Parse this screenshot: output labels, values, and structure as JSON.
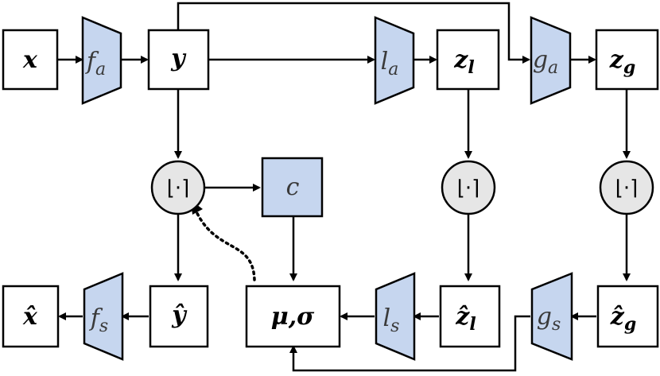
{
  "nodes": {
    "x": "x",
    "f_a": "f",
    "f_a_sub": "a",
    "y": "y",
    "l_a": "l",
    "l_a_sub": "a",
    "z_l": "z",
    "z_l_sub": "l",
    "g_a": "g",
    "g_a_sub": "a",
    "z_g": "z",
    "z_g_sub": "g",
    "quantize": "⌊·⌉",
    "c": "c",
    "x_hat": "x̂",
    "f_s": "f",
    "f_s_sub": "s",
    "y_hat": "ŷ",
    "mu_sigma": "μ,σ",
    "l_s": "l",
    "l_s_sub": "s",
    "z_l_hat": "ẑ",
    "z_l_hat_sub": "l",
    "g_s": "g",
    "g_s_sub": "s",
    "z_g_hat": "ẑ",
    "z_g_hat_sub": "g"
  },
  "colors": {
    "transform_fill": "#c6d6ef",
    "quantizer_fill": "#e6e6e6"
  }
}
